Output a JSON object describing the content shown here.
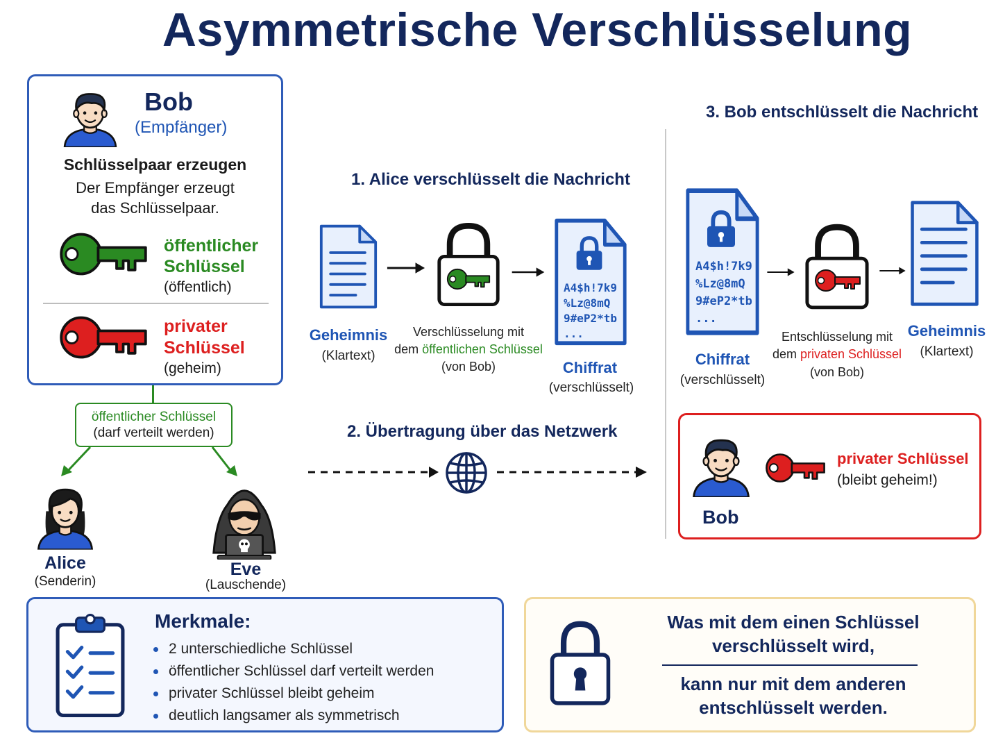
{
  "title": "Asymmetrische Verschlüsselung",
  "bob_box": {
    "name": "Bob",
    "role": "(Empfänger)",
    "heading": "Schlüsselpaar erzeugen",
    "desc_line1": "Der Empfänger erzeugt",
    "desc_line2": "das Schlüsselpaar.",
    "public_key_line1": "öffentlicher",
    "public_key_line2": "Schlüssel",
    "public_key_note": "(öffentlich)",
    "private_key_line1": "privater",
    "private_key_line2": "Schlüssel",
    "private_key_note": "(geheim)"
  },
  "distribution": {
    "line1": "öffentlicher Schlüssel",
    "line2": "(darf verteilt werden)"
  },
  "alice": {
    "name": "Alice",
    "role": "(Senderin)"
  },
  "eve": {
    "name": "Eve",
    "role": "(Lauschende)"
  },
  "step1": {
    "heading": "1. Alice verschlüsselt die Nachricht",
    "plaintext_label": "Geheimnis",
    "plaintext_note": "(Klartext)",
    "op_line1": "Verschlüsselung mit",
    "op_line2_prefix": "dem ",
    "op_line2_key": "öffentlichen Schlüssel",
    "op_line3": "(von Bob)",
    "cipher_label": "Chiffrat",
    "cipher_note": "(verschlüsselt)",
    "cipher_text": [
      "A4$h!7k9",
      "%Lz@8mQ",
      "9#eP2*tb",
      "..."
    ]
  },
  "step2": {
    "heading": "2. Übertragung über das Netzwerk"
  },
  "step3": {
    "heading": "3. Bob entschlüsselt die Nachricht",
    "cipher_label": "Chiffrat",
    "cipher_note": "(verschlüsselt)",
    "cipher_text": [
      "A4$h!7k9",
      "%Lz@8mQ",
      "9#eP2*tb",
      "..."
    ],
    "op_line1": "Entschlüsselung mit",
    "op_line2_prefix": "dem ",
    "op_line2_key": "privaten Schlüssel",
    "op_line3": "(von Bob)",
    "plaintext_label": "Geheimnis",
    "plaintext_note": "(Klartext)"
  },
  "bob_private": {
    "name": "Bob",
    "key_label": "privater Schlüssel",
    "key_note": "(bleibt geheim!)"
  },
  "features": {
    "heading": "Merkmale:",
    "items": [
      "2 unterschiedliche Schlüssel",
      "öffentlicher Schlüssel darf verteilt werden",
      "privater Schlüssel bleibt geheim",
      "deutlich langsamer als symmetrisch"
    ]
  },
  "principle": {
    "line1": "Was mit dem einen Schlüssel",
    "line2": "verschlüsselt wird,",
    "line3": "kann nur mit dem anderen",
    "line4": "entschlüsselt werden."
  },
  "colors": {
    "navy": "#13275c",
    "blue": "#1f55b4",
    "green": "#2a8a22",
    "red": "#dd1f1f",
    "gold_border": "#f0d79a"
  },
  "icons": [
    "person-icon",
    "key-icon",
    "padlock-icon",
    "document-icon",
    "globe-icon",
    "hacker-icon",
    "clipboard-icon",
    "arrow-icon"
  ]
}
